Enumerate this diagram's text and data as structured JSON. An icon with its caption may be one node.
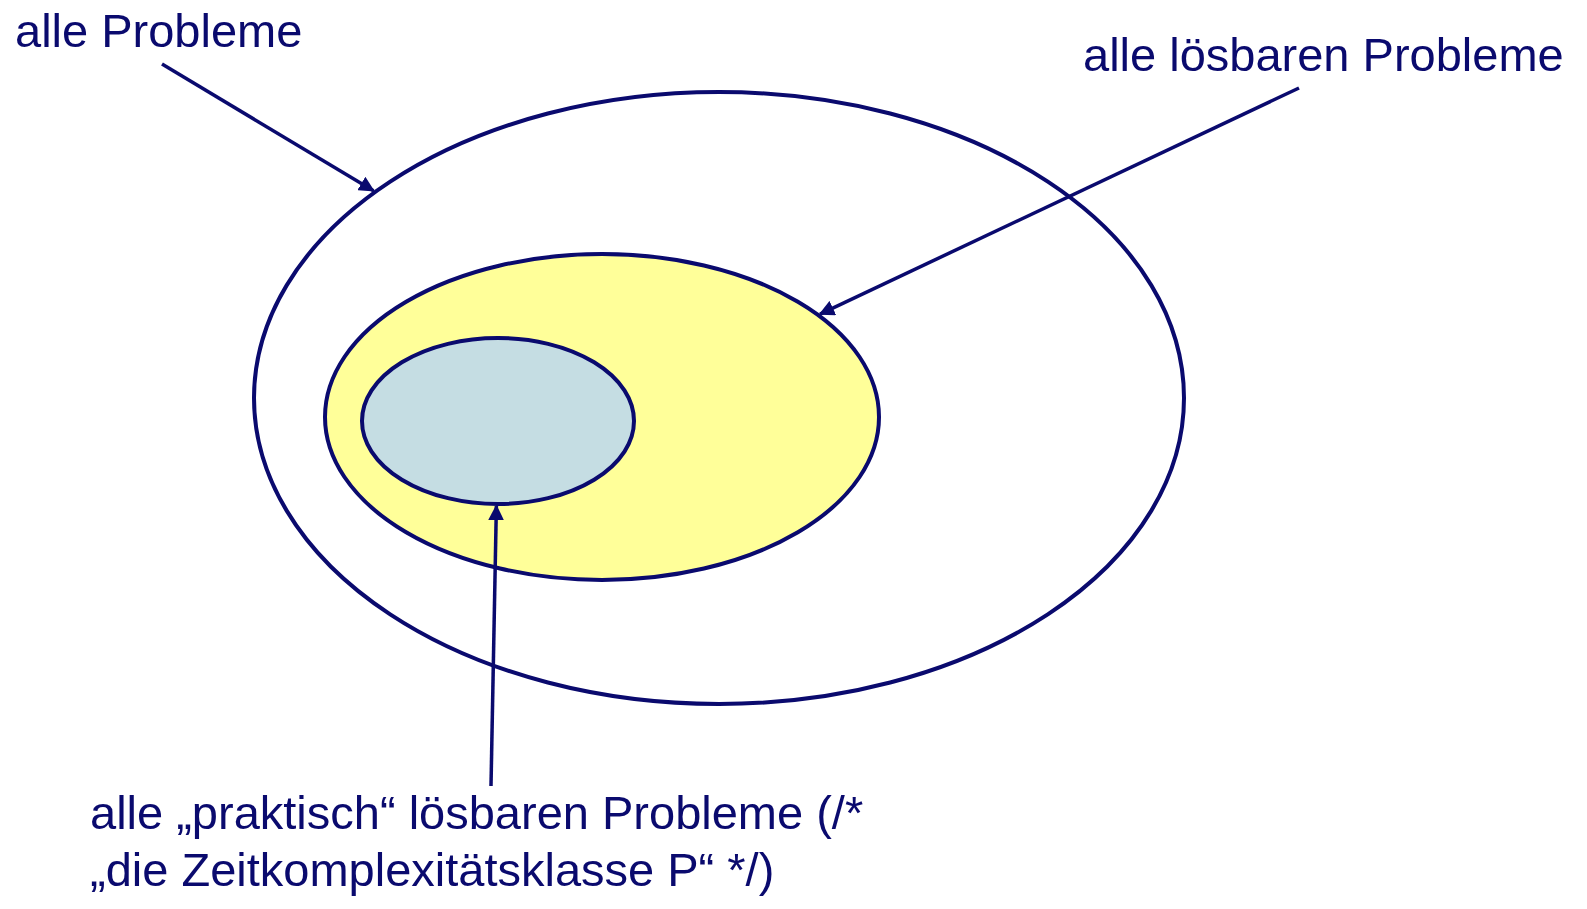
{
  "diagram": {
    "nodes": [
      {
        "text": [
          "alle Probleme"
        ]
      },
      {
        "text": [
          "alle lösbaren Probleme"
        ]
      },
      {
        "text": [
          "alle „praktisch“ lösbaren Probleme (/* „die Zeitkomplexitätsklasse P“ */)"
        ]
      },
      {
        "text": [],
        "shape": "ellipse"
      },
      {
        "text": [],
        "shape": "ellipse",
        "in": 3
      },
      {
        "text": [],
        "shape": "ellipse",
        "in": 4
      }
    ],
    "edges": [
      {
        "from": 0,
        "to": 3,
        "arrow": "to"
      },
      {
        "from": 1,
        "to": 4,
        "arrow": "to"
      },
      {
        "from": 2,
        "to": 5,
        "arrow": "to"
      }
    ]
  }
}
